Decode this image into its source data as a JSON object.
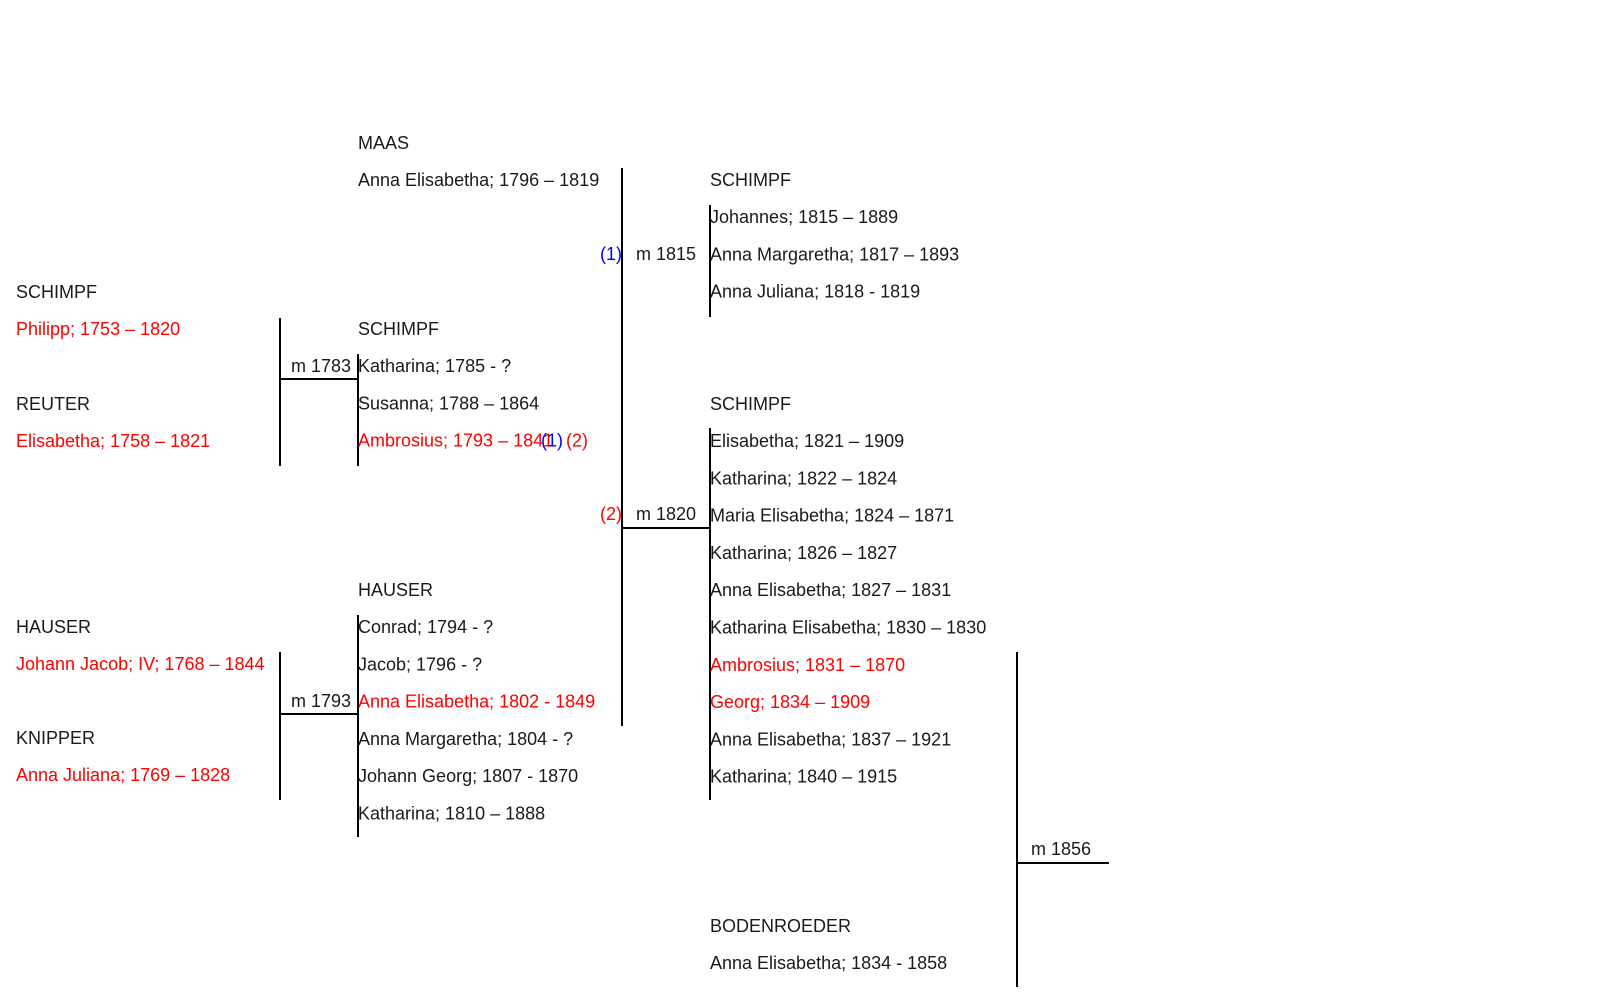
{
  "colors": {
    "default": "#1a1a1a",
    "highlight": "#ff0000",
    "marker1": "#0000ff",
    "marker2": "#ff0000"
  },
  "gen1": [
    {
      "family": "SCHIMPF",
      "name": "Philipp; 1753 – 1820",
      "highlight": true
    },
    {
      "family": "REUTER",
      "name": "Elisabetha; 1758 – 1821",
      "highlight": true
    },
    {
      "family": "HAUSER",
      "name": "Johann Jacob; IV; 1768 – 1844",
      "highlight": true
    },
    {
      "family": "KNIPPER",
      "name": "Anna Juliana; 1769 – 1828",
      "highlight": true
    }
  ],
  "marriages": {
    "m1783": "m 1783",
    "m1793": "m 1793",
    "m1815": "m 1815",
    "m1820": "m 1820",
    "m1856": "m 1856"
  },
  "markers": {
    "first": "(1)",
    "second": "(2)"
  },
  "maas": {
    "family": "MAAS",
    "name": "Anna Elisabetha; 1796 – 1819"
  },
  "schimpf_children": {
    "family": "SCHIMPF",
    "children": [
      {
        "name": "Katharina; 1785 - ?",
        "highlight": false
      },
      {
        "name": "Susanna; 1788 – 1864",
        "highlight": false
      },
      {
        "name": "Ambrosius; 1793 – 1841",
        "highlight": true
      }
    ]
  },
  "hauser_children": {
    "family": "HAUSER",
    "children": [
      {
        "name": "Conrad; 1794 - ?",
        "highlight": false
      },
      {
        "name": "Jacob; 1796 - ?",
        "highlight": false
      },
      {
        "name": "Anna Elisabetha; 1802 - 1849",
        "highlight": true
      },
      {
        "name": "Anna Margaretha; 1804 - ?",
        "highlight": false
      },
      {
        "name": "Johann Georg; 1807 - 1870",
        "highlight": false
      },
      {
        "name": "Katharina; 1810 – 1888",
        "highlight": false
      }
    ]
  },
  "first_marriage_children": {
    "family": "SCHIMPF",
    "children": [
      {
        "name": "Johannes; 1815 – 1889",
        "highlight": false
      },
      {
        "name": "Anna Margaretha; 1817 – 1893",
        "highlight": false
      },
      {
        "name": "Anna Juliana; 1818 - 1819",
        "highlight": false
      }
    ]
  },
  "second_marriage_children": {
    "family": "SCHIMPF",
    "children": [
      {
        "name": "Elisabetha; 1821 – 1909",
        "highlight": false
      },
      {
        "name": "Katharina; 1822 – 1824",
        "highlight": false
      },
      {
        "name": "Maria Elisabetha; 1824 – 1871",
        "highlight": false
      },
      {
        "name": "Katharina; 1826 – 1827",
        "highlight": false
      },
      {
        "name": "Anna Elisabetha; 1827 – 1831",
        "highlight": false
      },
      {
        "name": "Katharina Elisabetha; 1830 – 1830",
        "highlight": false
      },
      {
        "name": "Ambrosius; 1831 – 1870",
        "highlight": true
      },
      {
        "name": "Georg; 1834 – 1909",
        "highlight": true
      },
      {
        "name": "Anna Elisabetha; 1837 – 1921",
        "highlight": false
      },
      {
        "name": "Katharina; 1840 – 1915",
        "highlight": false
      }
    ]
  },
  "bodenroeder": {
    "family": "BODENROEDER",
    "name": "Anna Elisabetha; 1834 - 1858"
  }
}
